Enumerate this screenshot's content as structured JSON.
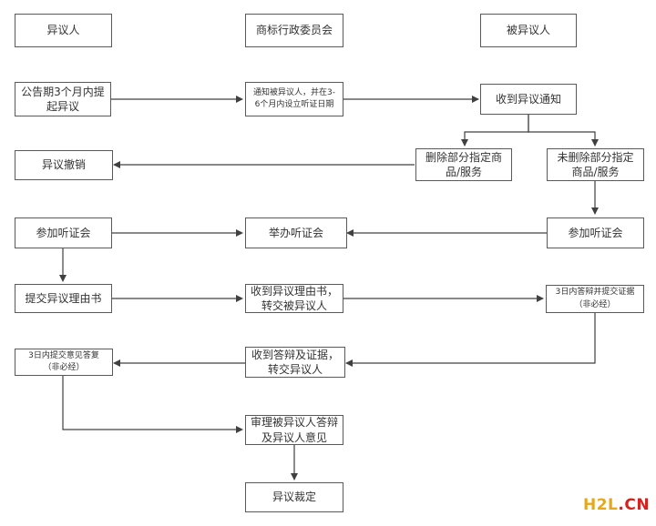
{
  "lanes": {
    "opposer": "异议人",
    "committee": "商标行政委员会",
    "opposed": "被异议人"
  },
  "nodes": {
    "raise": [
      "公告期3个月内提",
      "起异议"
    ],
    "notify": [
      "通知被异议人，并在3-",
      "6个月内设立听证日期"
    ],
    "receive_notice": [
      "收到异议通知"
    ],
    "withdraw": [
      "异议撤销"
    ],
    "delete_part": [
      "删除部分指定商",
      "品/服务"
    ],
    "not_delete": [
      "未删除部分指定",
      "商品/服务"
    ],
    "attend_left": [
      "参加听证会"
    ],
    "hold_hearing": [
      "举办听证会"
    ],
    "attend_right": [
      "参加听证会"
    ],
    "submit_reason": [
      "提交异议理由书"
    ],
    "receive_reason": [
      "收到异议理由书，",
      "转交被异议人"
    ],
    "reply_3day": [
      "3日内答辩并提交证据",
      "（非必经）"
    ],
    "opinion_3day": [
      "3日内提交意见答复",
      "（非必经）"
    ],
    "receive_reply": [
      "收到答辩及证据，",
      "转交异议人"
    ],
    "review": [
      "审理被异议人答辩",
      "及异议人意见"
    ],
    "ruling": [
      "异议裁定"
    ]
  },
  "watermark": {
    "part1": "H2L",
    "part2": ".CN"
  },
  "colors": {
    "line": "#404040",
    "border": "#595959",
    "watermark_1": "#e5a81c",
    "watermark_2": "#d6221e"
  }
}
